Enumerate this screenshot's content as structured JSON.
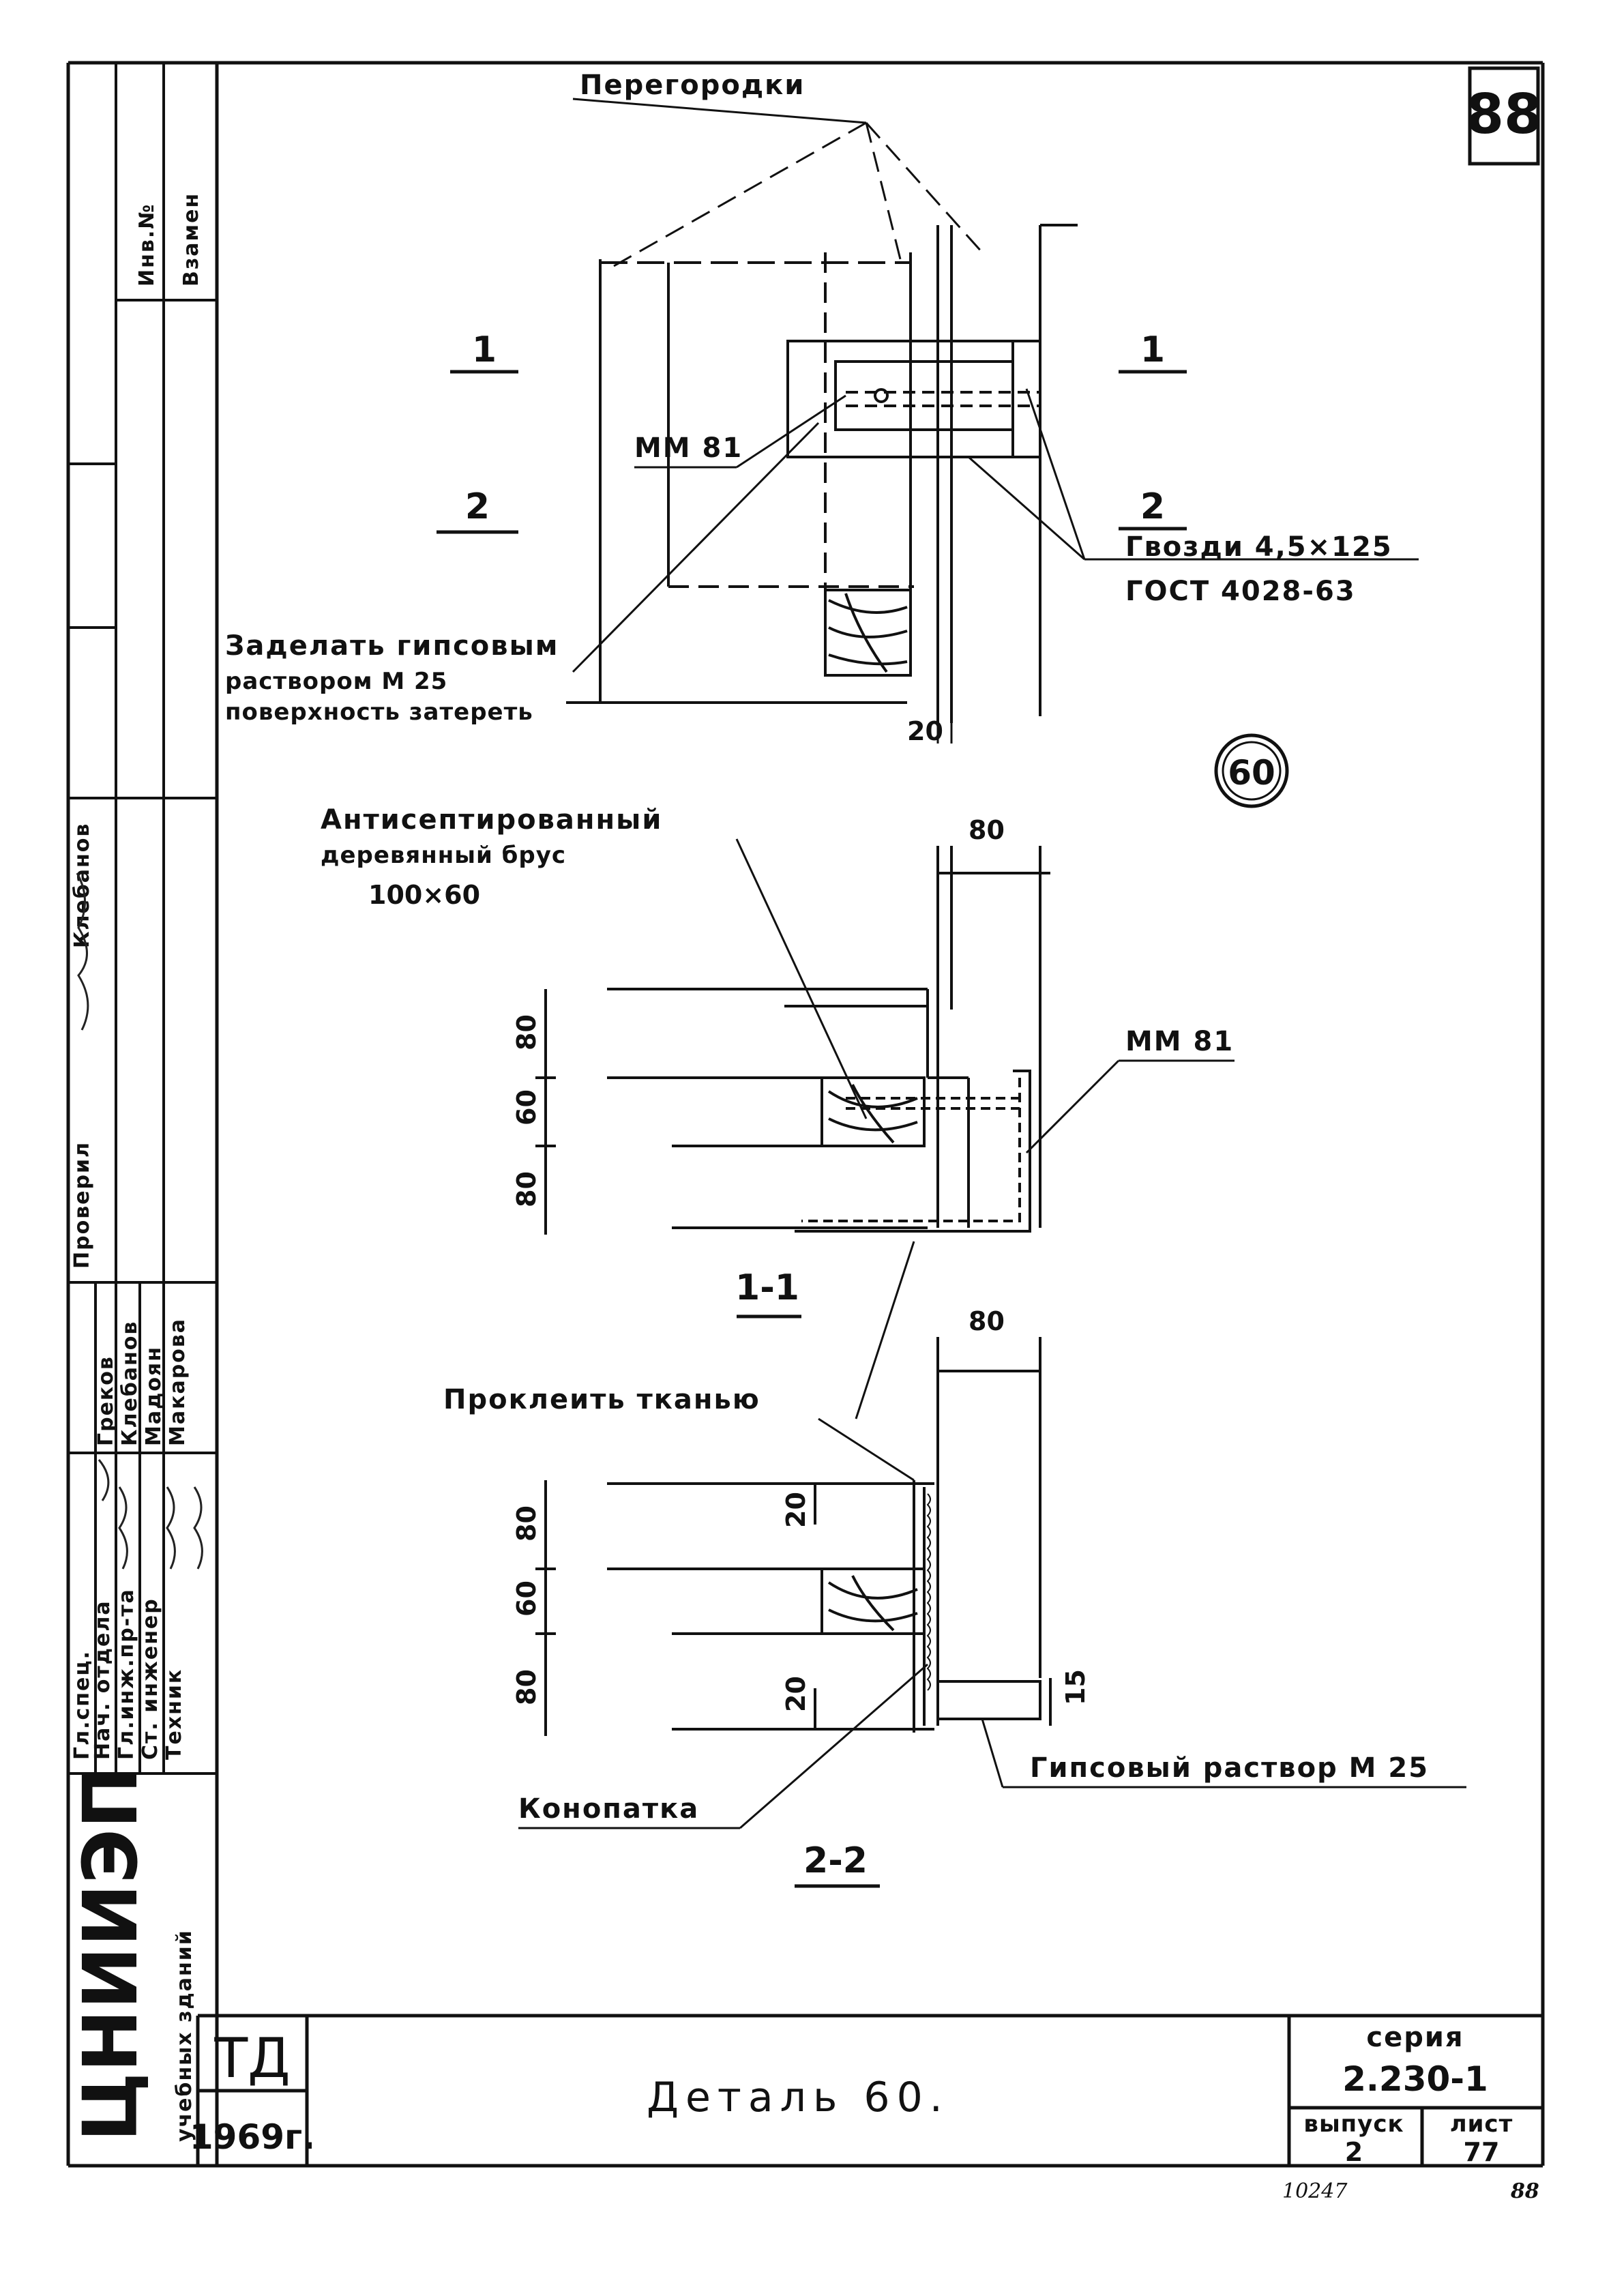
{
  "sheet": {
    "page_number": "88",
    "page_number_footer": "88",
    "archive_number": "10247"
  },
  "plan": {
    "partitions_label": "Перегородки",
    "cut1_left": "1",
    "cut1_right": "1",
    "cut2_left": "2",
    "cut2_right": "2",
    "bracket_label": "ММ 81",
    "nails_label": "Гвозди 4,5×125",
    "gost_label": "ГОСТ 4028-63",
    "gypsum_line1": "Заделать гипсовым",
    "gypsum_line2": "раствором М 25",
    "gypsum_line3": "поверхность затереть",
    "dim_20": "20",
    "detail_marker": "60"
  },
  "section1": {
    "beam_line1": "Антисептированный",
    "beam_line2": "деревянный брус",
    "beam_line3": "100×60",
    "dim_top": "80",
    "dim_a": "80",
    "dim_b": "60",
    "dim_c": "80",
    "bracket_label": "ММ 81",
    "title": "1-1"
  },
  "section2": {
    "fabric_label": "Проклеить тканью",
    "dim_top": "80",
    "dim_a": "80",
    "dim_b": "60",
    "dim_c": "80",
    "dim_20_top": "20",
    "dim_20_bottom": "20",
    "dim_15": "15",
    "caulk_label": "Конопатка",
    "gypsum_mortar_label": "Гипсовый раствор М 25",
    "title": "2-2"
  },
  "side_stamp": {
    "replace": "Взамен",
    "inv": "Инв.№",
    "checked": "Проверил",
    "klebanov": "Клебанов",
    "chief_spec": "Нач. отдела",
    "gl_ing": "Гл.инж.пр-та",
    "st_ing": "Ст. инженер",
    "tech": "Техник",
    "names": [
      "Греков",
      "Клебанов",
      "Мадоян",
      "Макарова"
    ],
    "gl_spec": "Гл.спец.",
    "org": "ЦНИИЭП",
    "org_sub": "учебных зданий"
  },
  "title_block": {
    "code": "ТД",
    "year": "1969г.",
    "title": "Деталь 60.",
    "series_label": "серия",
    "series_value": "2.230-1",
    "issue_label": "выпуск",
    "issue_value": "2",
    "sheet_label": "лист",
    "sheet_value": "77"
  }
}
